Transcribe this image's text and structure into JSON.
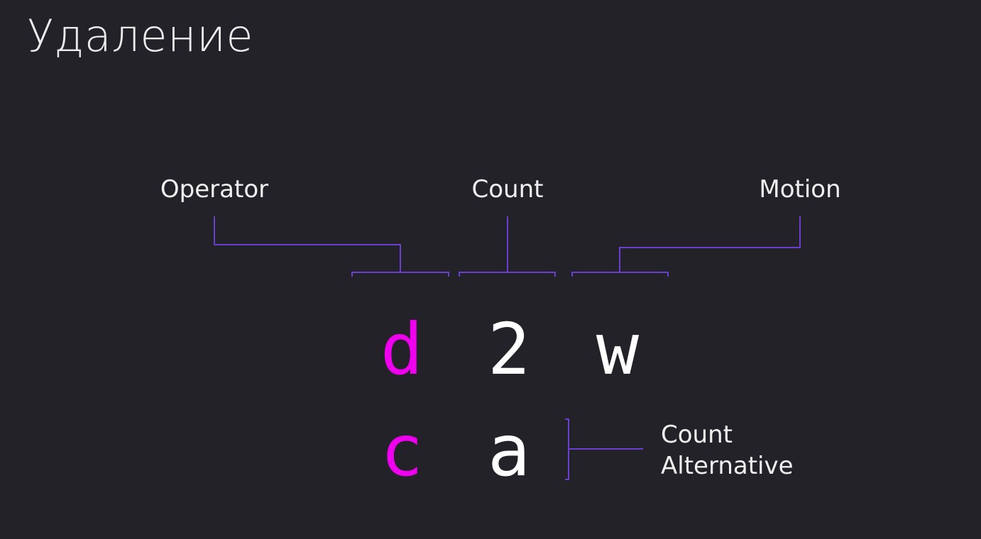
{
  "title": "Удаление",
  "labels": {
    "operator": "Operator",
    "count": "Count",
    "motion": "Motion",
    "count_alternative_line1": "Count",
    "count_alternative_line2": "Alternative"
  },
  "command_row1": {
    "operator": "d",
    "count": "2",
    "motion": "w"
  },
  "command_row2": {
    "operator": "c",
    "count": "a"
  },
  "colors": {
    "background": "#232229",
    "operator": "#ee00ee",
    "text": "#ffffff",
    "connector": "#6a3fd0"
  }
}
